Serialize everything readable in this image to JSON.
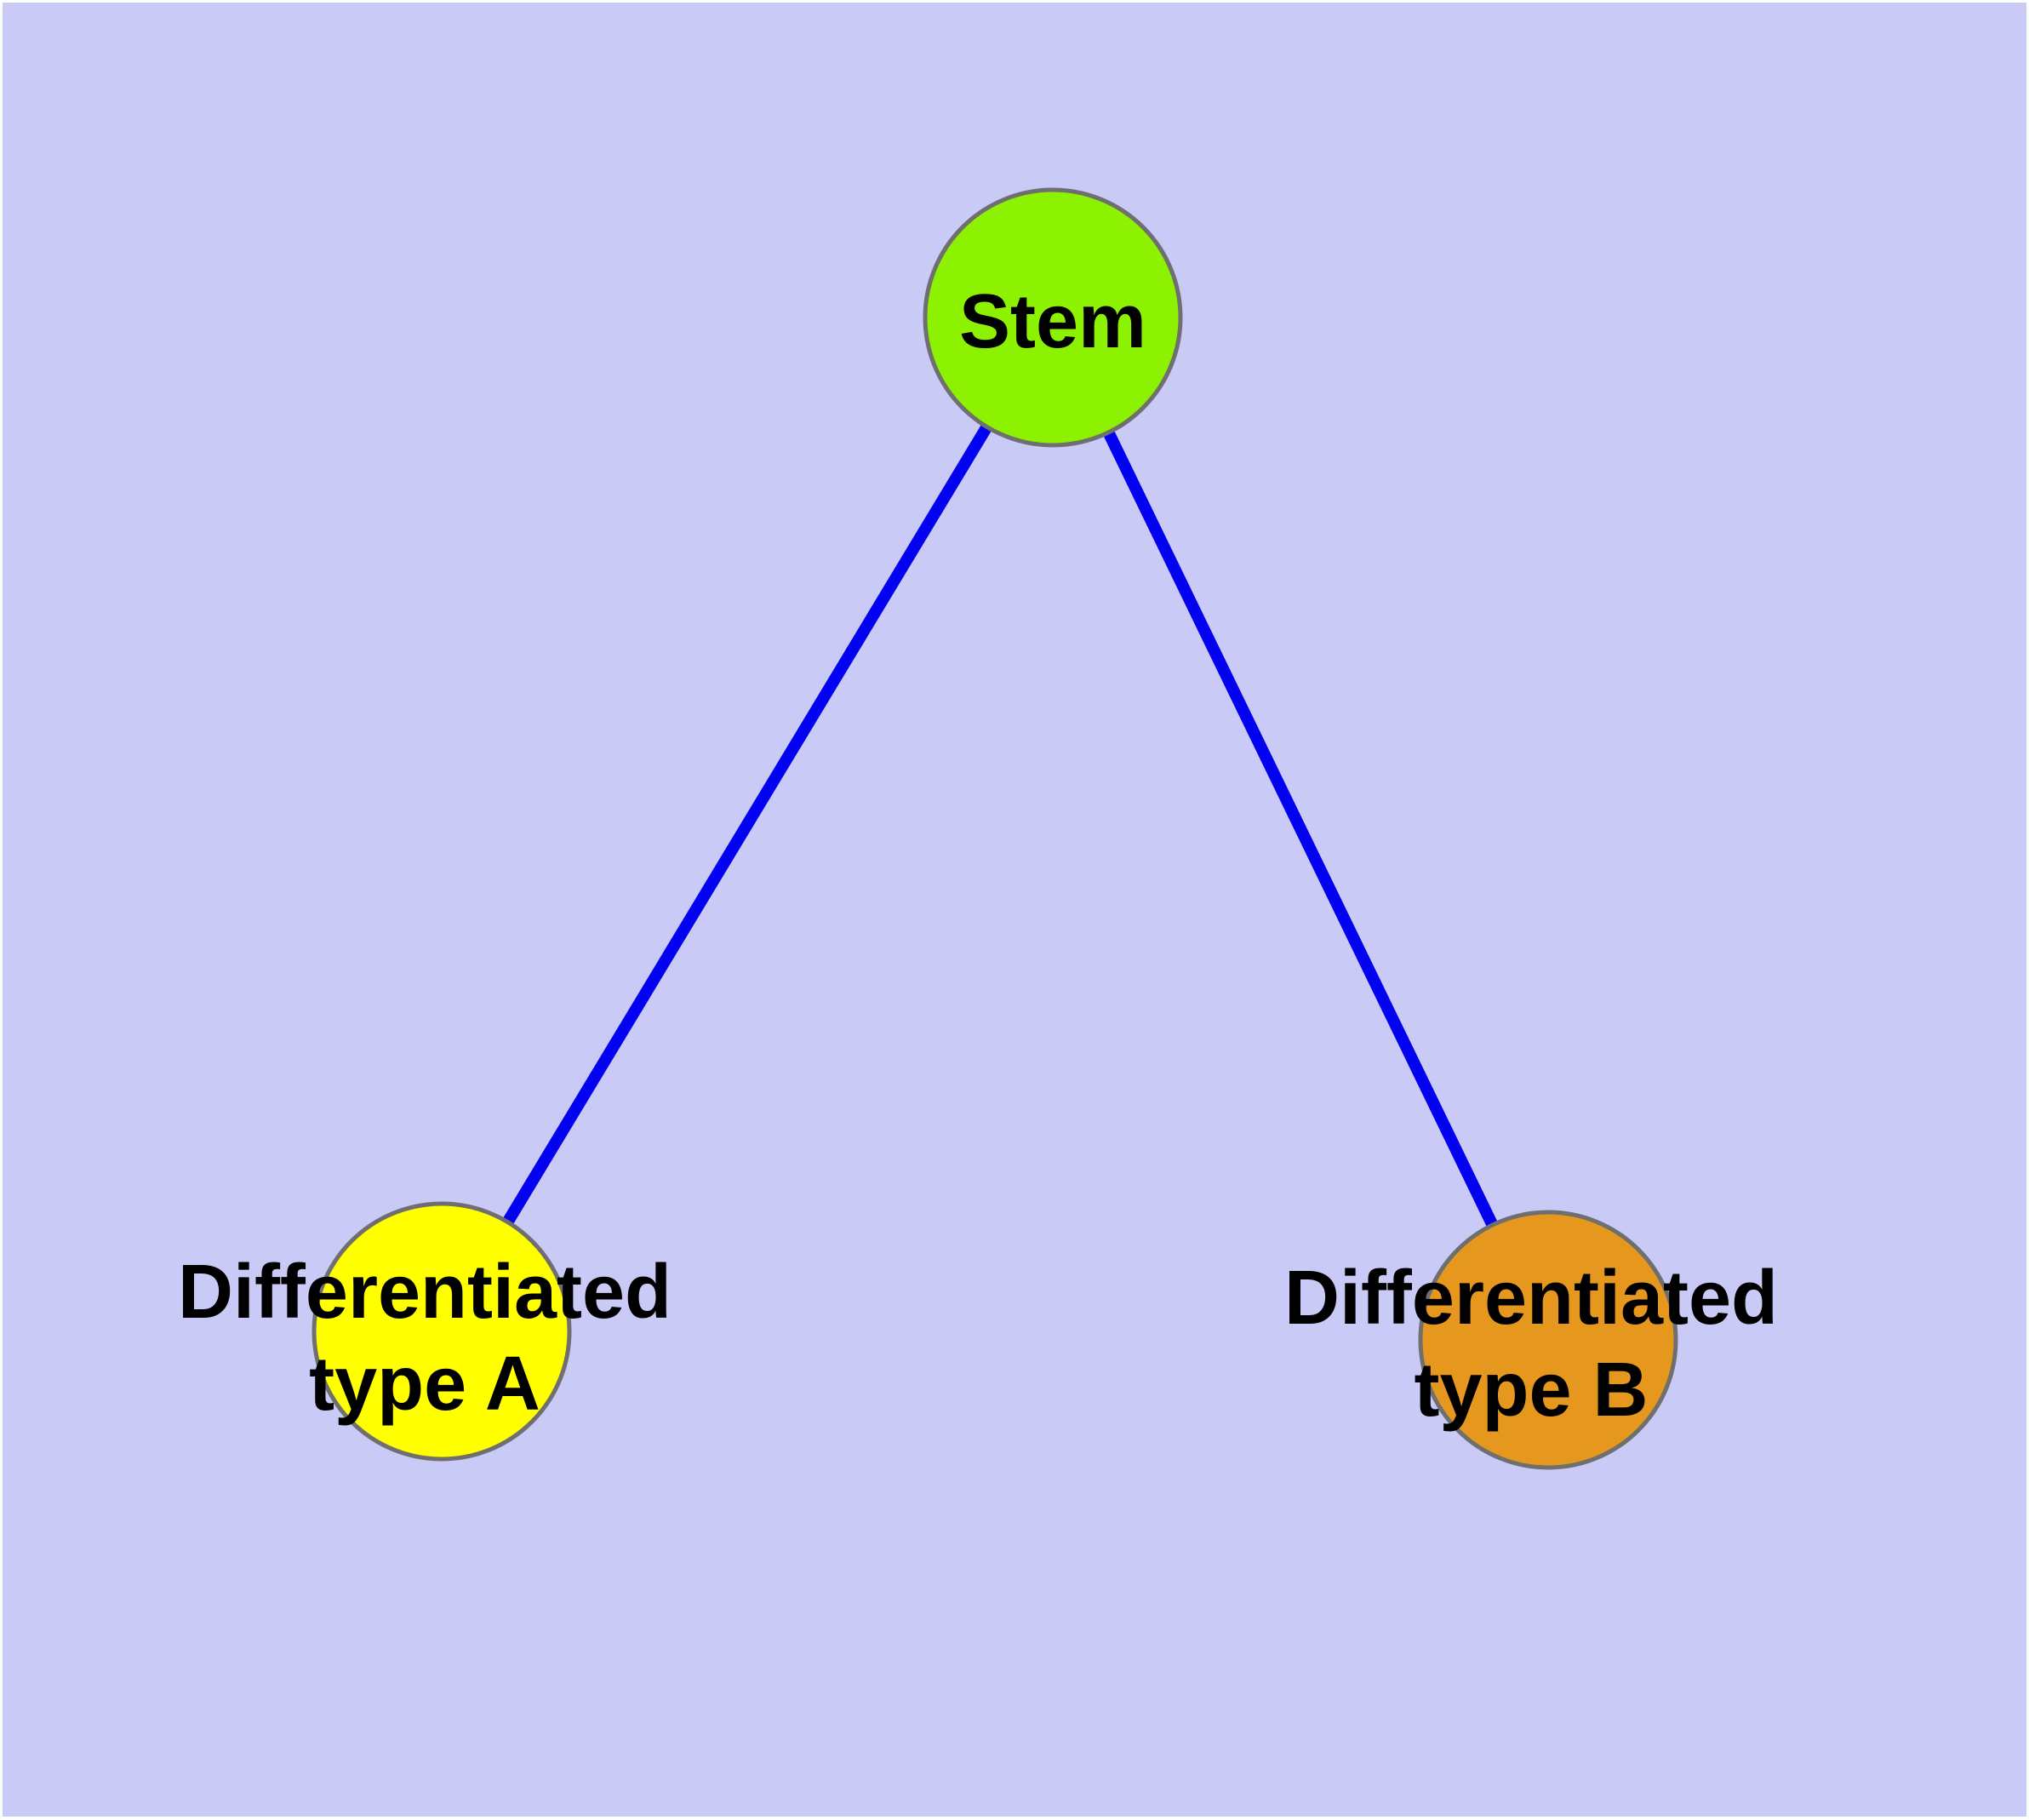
{
  "diagram": {
    "title": "",
    "background_color": "#cacaf6",
    "frame_color": "#ffffff",
    "edge_color": "#0202f0",
    "node_border_color": "#6f6f6f",
    "text_color": "#000000",
    "nodes": [
      {
        "id": "stem",
        "label": "Stem",
        "label_lines": [
          "Stem"
        ],
        "fill": "#8df202"
      },
      {
        "id": "differentiated-type-a",
        "label": "Differentiated type A",
        "label_lines": [
          "Differentiated",
          "type A"
        ],
        "fill": "#ffff00"
      },
      {
        "id": "differentiated-type-b",
        "label": "Differentiated type B",
        "label_lines": [
          "Differentiated",
          "type B"
        ],
        "fill": "#e6981e"
      }
    ],
    "edges": [
      {
        "from": "stem",
        "to": "differentiated-type-a"
      },
      {
        "from": "stem",
        "to": "differentiated-type-b"
      }
    ]
  }
}
